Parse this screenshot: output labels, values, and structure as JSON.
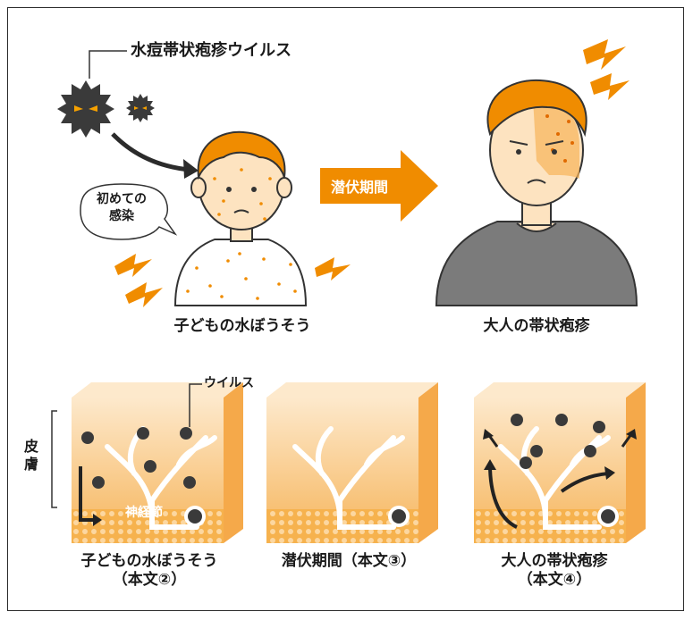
{
  "virus_label": "水痘帯状疱疹ウイルス",
  "bubble": {
    "line1": "初めての",
    "line2": "感染"
  },
  "arrow_label": "潜伏期間",
  "child_caption": "子どもの水ぼうそう",
  "adult_caption": "大人の帯状疱疹",
  "bottom": {
    "virus_label": "ウイルス",
    "skin_label_1": "皮",
    "skin_label_2": "膚",
    "ganglion_label": "神経節",
    "panels": [
      {
        "line1": "子どもの水ぼうそう",
        "line2": "（本文②）"
      },
      {
        "line1": "潜伏期間（本文③）",
        "line2": ""
      },
      {
        "line1": "大人の帯状疱疹",
        "line2": "（本文④）"
      }
    ]
  },
  "colors": {
    "accent": "#f08c00",
    "skin": "#fde3c0",
    "virus": "#3a3a3a",
    "shirt": "#7b7b7b"
  }
}
